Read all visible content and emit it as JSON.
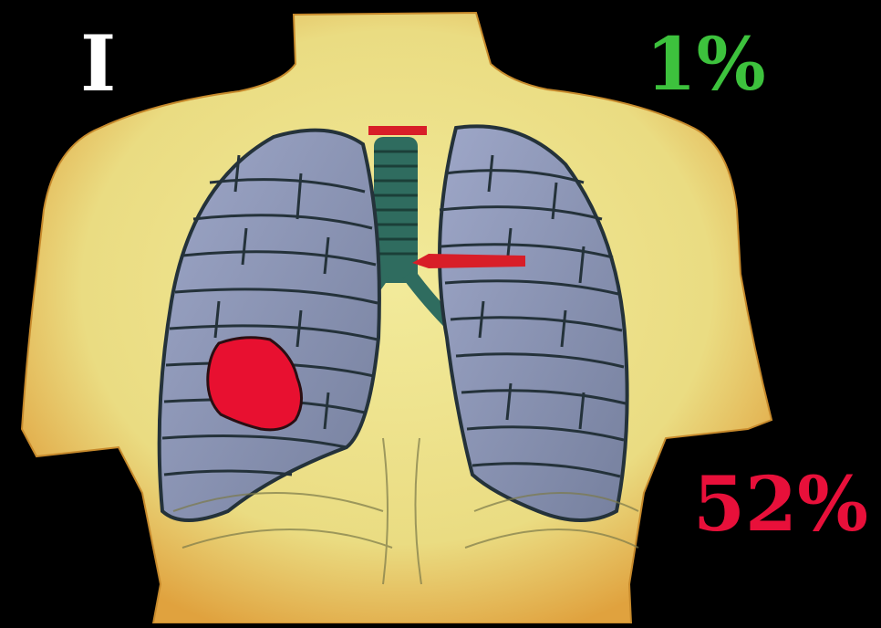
{
  "labels": {
    "stage": "I",
    "survival_top": "1%",
    "survival_bottom": "52%"
  },
  "colors": {
    "background": "#000000",
    "stage_text": "#ffffff",
    "survival_top_text": "#3dc23d",
    "survival_bottom_text": "#e8103a",
    "lesion": "#e81030",
    "arrow": "#d81e28",
    "lung_fill": "#8a93b5",
    "lung_stroke": "#24323a",
    "trachea": "#2e6a5c",
    "torso": "#ece28a",
    "torso_shade": "#e0a040"
  },
  "icons": {
    "torso": "torso-illustration",
    "lesion": "tumor-mark",
    "arrows": "red-arrow"
  }
}
